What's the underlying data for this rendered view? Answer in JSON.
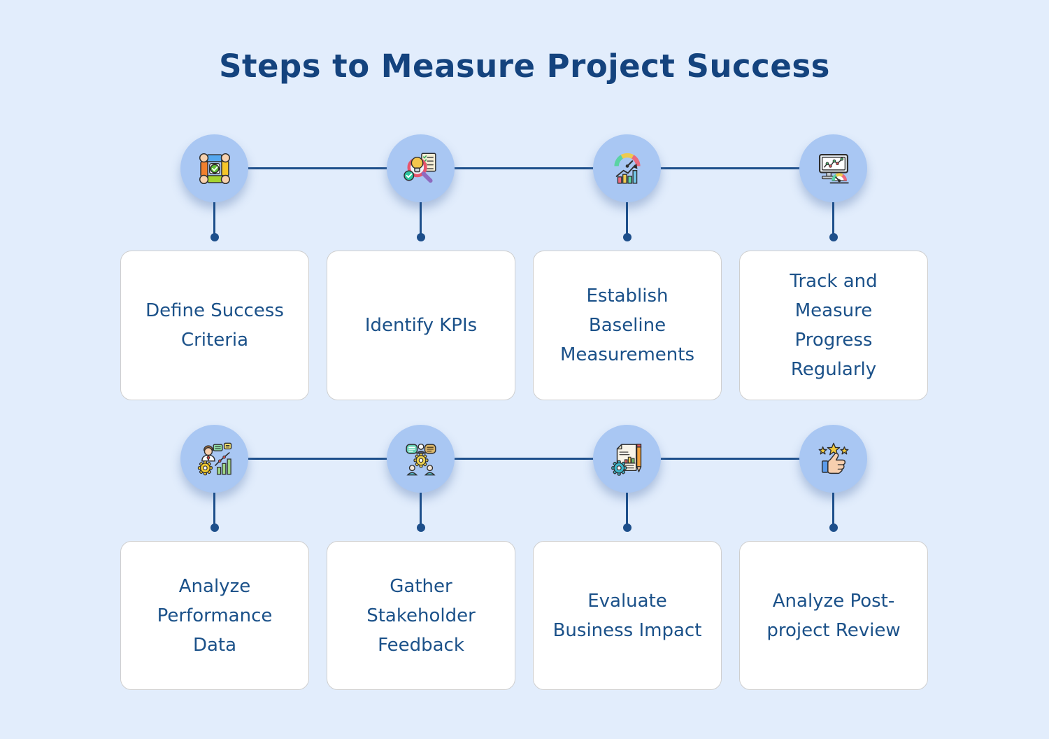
{
  "title": "Steps to Measure Project Success",
  "steps": [
    {
      "label": "Define Success\nCriteria",
      "icon": "teamwork-hands-check-icon"
    },
    {
      "label": "Identify KPIs",
      "icon": "bulb-magnifier-checklist-icon"
    },
    {
      "label": "Establish\nBaseline\nMeasurements",
      "icon": "gauge-bar-chart-icon"
    },
    {
      "label": "Track and\nMeasure\nProgress\nRegularly",
      "icon": "monitor-line-chart-gauge-icon"
    },
    {
      "label": "Analyze\nPerformance\nData",
      "icon": "analyst-gear-chart-icon"
    },
    {
      "label": "Gather\nStakeholder\nFeedback",
      "icon": "people-feedback-gear-icon"
    },
    {
      "label": "Evaluate\nBusiness Impact",
      "icon": "report-pencil-gear-icon"
    },
    {
      "label": "Analyze Post-\nproject Review",
      "icon": "thumbs-up-stars-icon"
    }
  ],
  "colors": {
    "background": "#e2edfc",
    "circle_fill": "#a9c7f3",
    "connector_line": "#1d4f8b",
    "title_text": "#14437e",
    "card_background": "#ffffff",
    "card_border": "#cfcfcf",
    "card_text": "#1b5189"
  }
}
